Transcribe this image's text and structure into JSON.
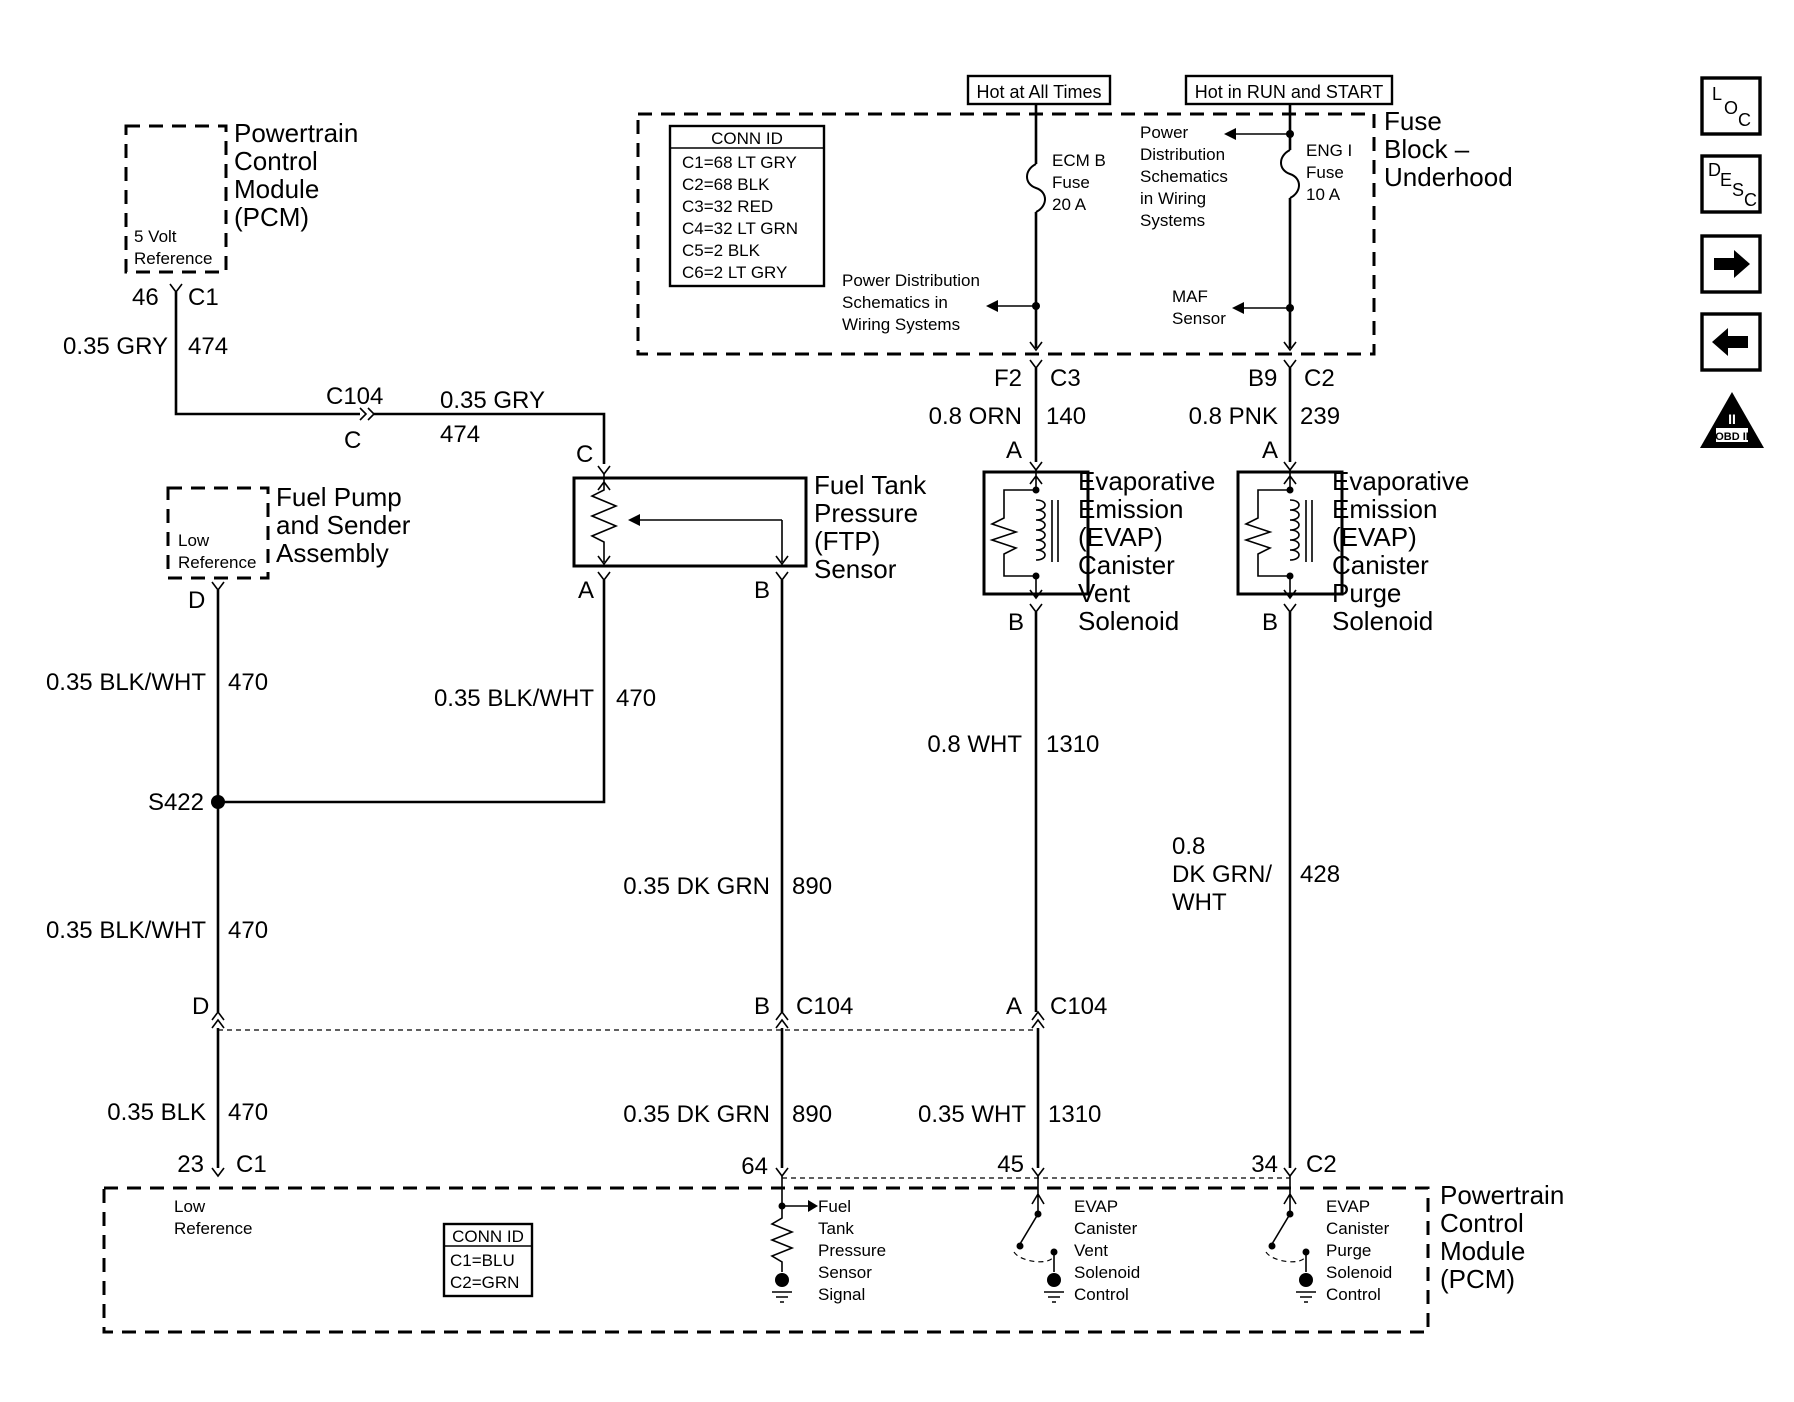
{
  "pcm_top": {
    "title": [
      "Powertrain",
      "Control",
      "Module",
      "(PCM)"
    ],
    "ref": [
      "5 Volt",
      "Reference"
    ],
    "pin": "46",
    "conn": "C1"
  },
  "wire_gry": {
    "size": "0.35 GRY",
    "circuit": "474"
  },
  "c104_top": {
    "name": "C104",
    "pin": "C",
    "size": "0.35 GRY",
    "circuit": "474"
  },
  "fuel_pump": {
    "title": [
      "Fuel Pump",
      "and Sender",
      "Assembly"
    ],
    "ref": [
      "Low",
      "Reference"
    ],
    "pin": "D"
  },
  "ftp": {
    "title": [
      "Fuel Tank",
      "Pressure",
      "(FTP)",
      "Sensor"
    ],
    "pin_c": "C",
    "pin_a": "A",
    "pin_b": "B"
  },
  "wire_470_left": {
    "size": "0.35 BLK/WHT",
    "circuit": "470"
  },
  "wire_470_mid": {
    "size": "0.35 BLK/WHT",
    "circuit": "470"
  },
  "splice": {
    "name": "S422"
  },
  "wire_470_lower": {
    "size": "0.35 BLK/WHT",
    "circuit": "470"
  },
  "wire_890_upper": {
    "size": "0.35 DK GRN",
    "circuit": "890"
  },
  "c104_bottom": {
    "pin_d": "D",
    "pin_b": "B",
    "name_b": "C104",
    "pin_a": "A",
    "name_a": "C104"
  },
  "wire_470_bottom": {
    "size": "0.35 BLK",
    "circuit": "470"
  },
  "wire_890_lower": {
    "size": "0.35 DK GRN",
    "circuit": "890"
  },
  "wire_1310_lower": {
    "size": "0.35 WHT",
    "circuit": "1310"
  },
  "power": {
    "hot_all": "Hot at All Times",
    "hot_run": "Hot in RUN and START"
  },
  "fuse_block": {
    "title": [
      "Fuse",
      "Block –",
      "Underhood"
    ],
    "conn_id_title": "CONN ID",
    "conn_ids": [
      "C1=68 LT GRY",
      "C2=68 BLK",
      "C3=32 RED",
      "C4=32 LT GRN",
      "C5=2 BLK",
      "C6=2 LT GRY"
    ],
    "ecm_fuse": [
      "ECM B",
      "Fuse",
      "20 A"
    ],
    "eng_fuse": [
      "ENG I",
      "Fuse",
      "10 A"
    ],
    "pd_upper": [
      "Power",
      "Distribution",
      "Schematics",
      "in Wiring",
      "Systems"
    ],
    "pd_lower": [
      "Power Distribution",
      "Schematics in",
      "Wiring Systems"
    ],
    "maf": [
      "MAF",
      "Sensor"
    ],
    "pin_f2": "F2",
    "conn_c3": "C3",
    "pin_b9": "B9",
    "conn_c2": "C2"
  },
  "wire_orn": {
    "size": "0.8 ORN",
    "circuit": "140"
  },
  "wire_pnk": {
    "size": "0.8 PNK",
    "circuit": "239"
  },
  "vent": {
    "title": [
      "Evaporative",
      "Emission",
      "(EVAP)",
      "Canister",
      "Vent",
      "Solenoid"
    ],
    "pin_a": "A",
    "pin_b": "B"
  },
  "purge": {
    "title": [
      "Evaporative",
      "Emission",
      "(EVAP)",
      "Canister",
      "Purge",
      "Solenoid"
    ],
    "pin_a": "A",
    "pin_b": "B"
  },
  "wire_1310_upper": {
    "size": "0.8 WHT",
    "circuit": "1310"
  },
  "wire_428": {
    "size": [
      "0.8",
      "DK GRN/",
      "WHT"
    ],
    "circuit": "428"
  },
  "pcm_bottom": {
    "title": [
      "Powertrain",
      "Control",
      "Module",
      "(PCM)"
    ],
    "pin_23": "23",
    "conn_c1": "C1",
    "pin_64": "64",
    "pin_45": "45",
    "pin_34": "34",
    "conn_c2": "C2",
    "low_ref": [
      "Low",
      "Reference"
    ],
    "conn_id_title": "CONN ID",
    "conn_ids": [
      "C1=BLU",
      "C2=GRN"
    ],
    "ftp_signal": [
      "Fuel",
      "Tank",
      "Pressure",
      "Sensor",
      "Signal"
    ],
    "vent_control": [
      "EVAP",
      "Canister",
      "Vent",
      "Solenoid",
      "Control"
    ],
    "purge_control": [
      "EVAP",
      "Canister",
      "Purge",
      "Solenoid",
      "Control"
    ]
  },
  "nav": {
    "loc": [
      "L",
      "O",
      "C"
    ],
    "desc": [
      "D",
      "E",
      "S",
      "C"
    ],
    "obd": [
      "II",
      "OBD II"
    ],
    "icons": [
      "location-icon",
      "description-icon",
      "next-arrow-icon",
      "previous-arrow-icon",
      "obd-ii-icon"
    ]
  }
}
